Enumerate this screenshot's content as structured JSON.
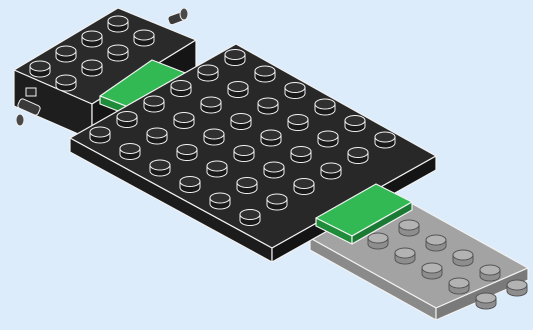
{
  "scene": {
    "alt": "",
    "colors": {
      "background": "#dcecfb",
      "black_brick": "#262626",
      "black_edge": "#f2f2f2",
      "green_tile": "#2db24f",
      "gray_plate": "#9a9a9a"
    },
    "parts": [
      {
        "name": "black-2x4-brick-with-pins",
        "color": "black"
      },
      {
        "name": "black-6x6-plate",
        "color": "black"
      },
      {
        "name": "green-1x2-tile",
        "color": "green",
        "count": 2
      },
      {
        "name": "gray-2x6-plate",
        "color": "gray"
      }
    ]
  }
}
